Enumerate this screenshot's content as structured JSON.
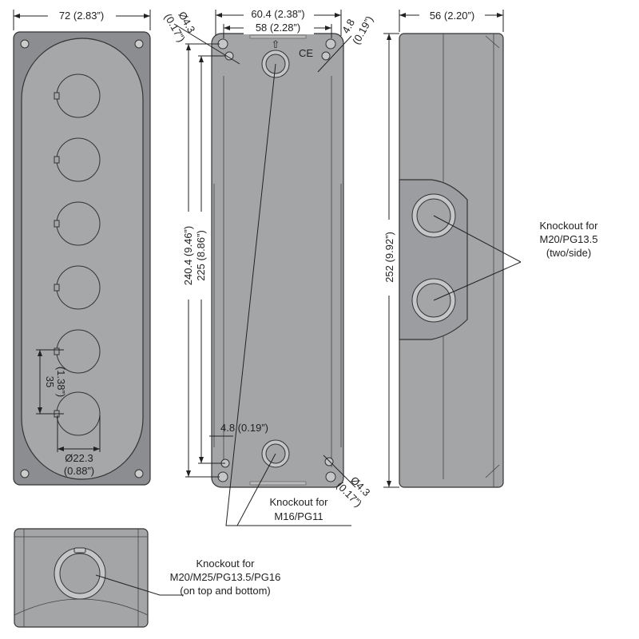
{
  "front_view": {
    "width_dim": "72 (2.83”)",
    "pitch_dim_mm": "35",
    "pitch_dim_in": "(1.38”)",
    "hole_dim_mm": "Ø22.3",
    "hole_dim_in": "(0.88”)",
    "hole_count": 6
  },
  "back_view": {
    "outer_width_dim": "60.4 (2.38”)",
    "inner_width_dim": "58 (2.28”)",
    "hole_top_mm": "Ø4.3",
    "hole_top_in": "(0.17”)",
    "offset_top_mm": "4.8",
    "offset_top_in": "(0.19”)",
    "outer_height_dim": "240.4 (9.46”)",
    "inner_height_dim": "225 (8.86”)",
    "offset_bottom": "4.8 (0.19”)",
    "hole_bottom_mm": "Ø4.3",
    "hole_bottom_in": "(0.17”)",
    "ce_mark": "CE",
    "arrow_mark": "⇧",
    "knockout_label_1": "Knockout for",
    "knockout_label_2": "M16/PG11"
  },
  "side_view": {
    "width_dim": "56 (2.20”)",
    "height_dim": "252 (9.92”)",
    "knockout_label_1": "Knockout for",
    "knockout_label_2": "M20/PG13.5",
    "knockout_label_3": "(two/side)"
  },
  "bottom_view": {
    "knockout_label_1": "Knockout for",
    "knockout_label_2": "M20/M25/PG13.5/PG16",
    "knockout_label_3": "(on top and bottom)"
  },
  "colors": {
    "body": "#a4a5a7",
    "body_dark": "#8c8d90",
    "line": "#222222"
  }
}
